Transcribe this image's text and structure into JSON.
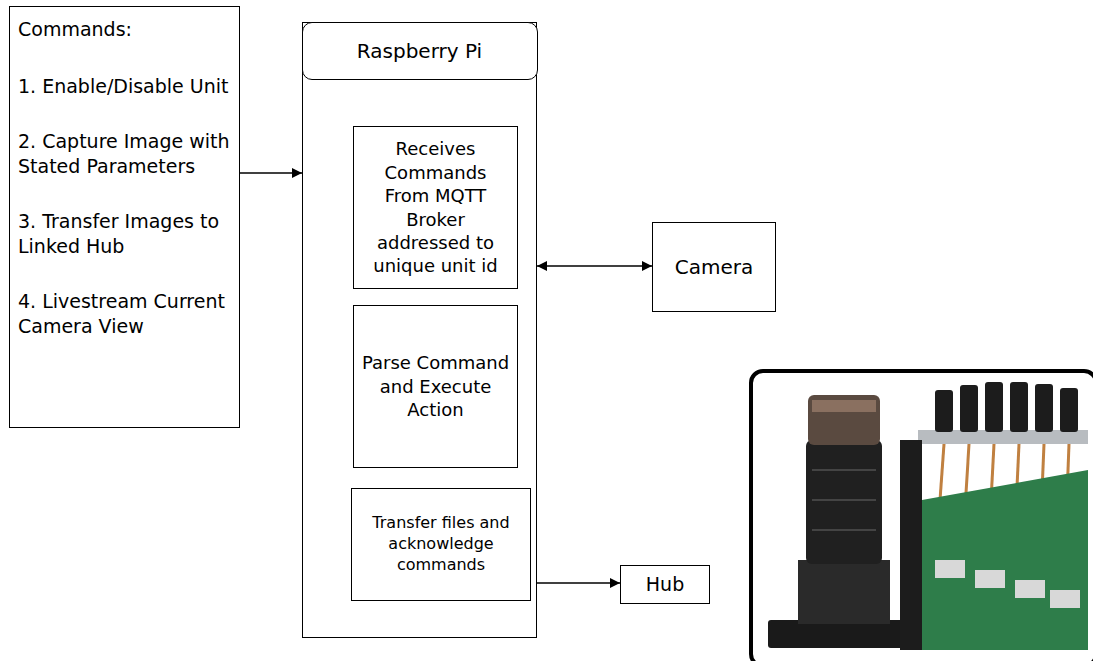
{
  "diagram": {
    "nodes": [
      {
        "text": [
          "Commands:",
          "1. Enable/Disable Unit",
          "2. Capture Image with Stated Parameters",
          "3. Transfer Images to Linked Hub",
          "4. Livestream Current Camera View"
        ]
      },
      {
        "text": [
          "Raspberry Pi"
        ]
      },
      {
        "text": [
          "Receives Commands From MQTT Broker addressed to unique unit id"
        ],
        "in": 1
      },
      {
        "text": [
          "Parse Command and Execute Action"
        ],
        "in": 1
      },
      {
        "text": [
          "Transfer files and acknowledge commands"
        ],
        "in": 1
      },
      {
        "text": [
          "Camera"
        ]
      },
      {
        "text": [
          "Hub"
        ]
      }
    ],
    "edges": [
      {
        "from": 0,
        "to": 1,
        "arrow": "to"
      },
      {
        "from": 1,
        "to": 5,
        "arrow": "both"
      },
      {
        "from": 4,
        "to": 6,
        "arrow": "to"
      }
    ]
  }
}
